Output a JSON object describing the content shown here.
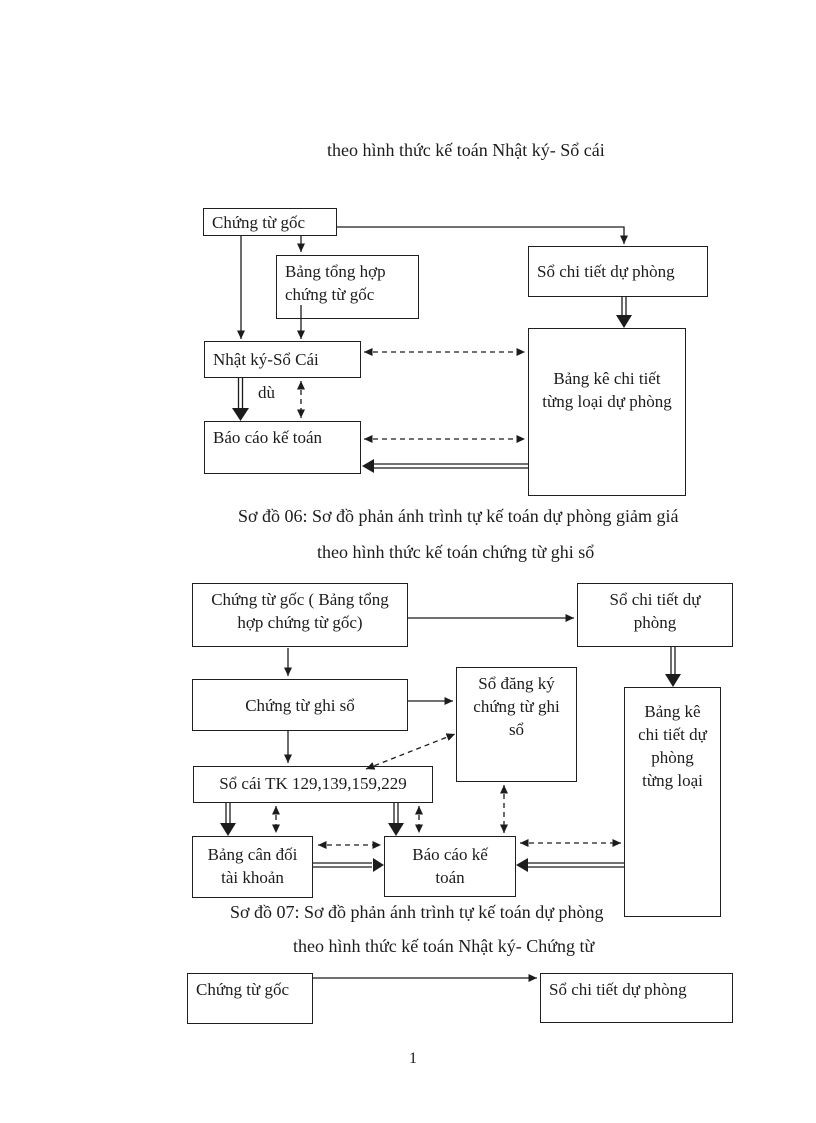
{
  "page": {
    "number": "1"
  },
  "diagram1": {
    "title": "theo hình thức kế toán Nhật ký- Sổ cái",
    "nodes": {
      "chung_tu_goc": "Chứng từ gốc",
      "bang_tong_hop": [
        "Bảng tổng hợp",
        "chứng từ gốc"
      ],
      "so_chi_tiet_du_phong": "Sổ chi tiết dự phòng",
      "nhat_ky_so_cai": "Nhật ký-Sổ Cái",
      "du_label": "dù",
      "bao_cao_ke_toan": "Báo cáo kế toán",
      "bang_ke": [
        "Bảng kê chi tiết",
        "từng loại dự phòng"
      ]
    },
    "caption_line1": "Sơ đồ 06: Sơ đồ phản ánh trình tự kế toán dự phòng giảm giá",
    "caption_line2": "theo hình thức kế toán chứng từ ghi sổ"
  },
  "diagram2": {
    "nodes": {
      "chung_tu_goc": [
        "Chứng từ gốc ( Bảng tổng",
        "hợp chứng từ gốc)"
      ],
      "so_chi_tiet_du_phong": [
        "Sổ chi tiết dự",
        "phòng"
      ],
      "chung_tu_ghi_so": "Chứng từ ghi sổ",
      "so_dang_ky": [
        "Sổ đăng ký",
        "chứng từ ghi",
        "sổ"
      ],
      "bang_ke": [
        "Bảng kê",
        "chi tiết dự",
        "phòng",
        "từng loại"
      ],
      "so_cai": "Sổ cái TK 129,139,159,229",
      "bang_can_doi": [
        "Bảng cân đối",
        "tài khoản"
      ],
      "bao_cao_ke_toan": [
        "Báo cáo kế",
        "toán"
      ]
    },
    "caption_line1": "Sơ đồ 07: Sơ đồ phản ánh trình tự kế toán dự phòng",
    "caption_line2": "theo hình thức kế toán Nhật ký- Chứng từ"
  },
  "diagram3": {
    "nodes": {
      "chung_tu_goc": "Chứng từ gốc",
      "so_chi_tiet_du_phong": "Sổ chi tiết dự phòng"
    }
  }
}
